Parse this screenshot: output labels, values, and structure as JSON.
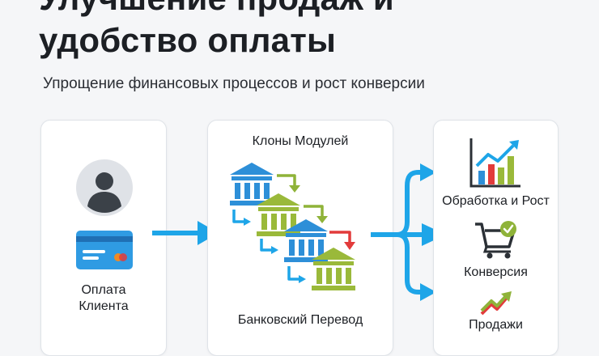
{
  "header": {
    "title_line1": "Улучшение продаж и",
    "title_line2": "удобство оплаты",
    "subtitle": "Упрощение финансовых процессов и рост конверсии"
  },
  "client_card": {
    "label_line1": "Оплата",
    "label_line2": "Клиента"
  },
  "middle_card": {
    "top_label": "Клоны Модулей",
    "bottom_label": "Банковский Перевод"
  },
  "right_card": {
    "items": [
      {
        "label": "Обработка и Рост",
        "icon": "growth-chart-icon"
      },
      {
        "label": "Конверсия",
        "icon": "shopping-cart-check-icon"
      },
      {
        "label": "Продажи",
        "icon": "trend-up-icon"
      }
    ]
  },
  "colors": {
    "accent_blue": "#1ea5e8",
    "bank_blue": "#2d8fd8",
    "bank_green": "#9ab93a",
    "arrow_green": "#8fb339",
    "arrow_red": "#e23b3b",
    "card_blue": "#2f9be3",
    "avatar_bg": "#dfe2e7",
    "avatar_fg": "#3b4148"
  }
}
